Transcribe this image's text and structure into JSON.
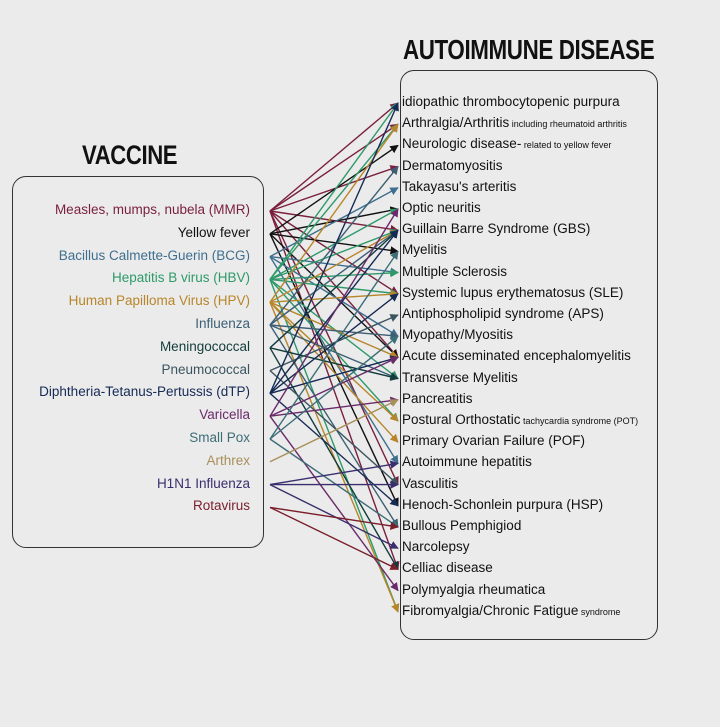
{
  "vaccine_title": "VACCINE",
  "disease_title": "AUTOIMMUNE DISEASE",
  "colors": {
    "mmr": "#7a1f3d",
    "yellow_fever": "#111111",
    "bcg": "#3f6f8f",
    "hbv": "#2e9a6a",
    "hpv": "#b8862a",
    "influenza": "#3d5f74",
    "meningococcal": "#123c3c",
    "pneumococcal": "#3b5560",
    "dtp": "#152a55",
    "varicella": "#6a2a6a",
    "small_pox": "#3c6e78",
    "arthrex": "#a98f5a",
    "h1n1": "#3a2e6e",
    "rotavirus": "#7a1e2a"
  },
  "vaccines": [
    {
      "label": "Measles, mumps, nubela (MMR)",
      "color": "#7a1f3d"
    },
    {
      "label": "Yellow fever",
      "color": "#111111"
    },
    {
      "label": "Bacillus Calmette-Guerin (BCG)",
      "color": "#3f6f8f"
    },
    {
      "label": "Hepatitis B virus (HBV)",
      "color": "#2e9a6a"
    },
    {
      "label": "Human Papilloma Virus (HPV)",
      "color": "#b8862a"
    },
    {
      "label": "Influenza",
      "color": "#3d5f74"
    },
    {
      "label": "Meningococcal",
      "color": "#123c3c"
    },
    {
      "label": "Pneumococcal",
      "color": "#3b5560"
    },
    {
      "label": "Diphtheria-Tetanus-Pertussis (dTP)",
      "color": "#152a55"
    },
    {
      "label": "Varicella",
      "color": "#6a2a6a"
    },
    {
      "label": "Small Pox",
      "color": "#3c6e78"
    },
    {
      "label": "Arthrex",
      "color": "#a98f5a"
    },
    {
      "label": "H1N1 Influenza",
      "color": "#3a2e6e"
    },
    {
      "label": "Rotavirus",
      "color": "#7a1e2a"
    }
  ],
  "diseases": [
    {
      "label": "idiopathic thrombocytopenic purpura",
      "note": ""
    },
    {
      "label": "Arthralgia/Arthritis",
      "note": "including rheumatoid arthritis"
    },
    {
      "label": "Neurologic disease-",
      "note": "related to yellow fever"
    },
    {
      "label": "Dermatomyositis",
      "note": ""
    },
    {
      "label": "Takayasu's arteritis",
      "note": ""
    },
    {
      "label": "Optic neuritis",
      "note": ""
    },
    {
      "label": "Guillain Barre Syndrome (GBS)",
      "note": ""
    },
    {
      "label": "Myelitis",
      "note": ""
    },
    {
      "label": "Multiple Sclerosis",
      "note": ""
    },
    {
      "label": "Systemic lupus erythematosus (SLE)",
      "note": ""
    },
    {
      "label": "Antiphospholipid syndrome (APS)",
      "note": ""
    },
    {
      "label": "Myopathy/Myositis",
      "note": ""
    },
    {
      "label": "Acute disseminated encephalomyelitis",
      "note": ""
    },
    {
      "label": "Transverse Myelitis",
      "note": ""
    },
    {
      "label": "Pancreatitis",
      "note": ""
    },
    {
      "label": "Postural Orthostatic",
      "note": "tachycardia syndrome (POT)"
    },
    {
      "label": "Primary Ovarian Failure (POF)",
      "note": ""
    },
    {
      "label": "Autoimmune hepatitis",
      "note": ""
    },
    {
      "label": "Vasculitis",
      "note": ""
    },
    {
      "label": "Henoch-Schonlein purpura (HSP)",
      "note": ""
    },
    {
      "label": "Bullous Pemphigiod",
      "note": ""
    },
    {
      "label": "Narcolepsy",
      "note": ""
    },
    {
      "label": "Celliac disease",
      "note": ""
    },
    {
      "label": "Polymyalgia rheumatica",
      "note": ""
    },
    {
      "label": "Fibromyalgia/Chronic Fatigue",
      "note": "syndrome"
    }
  ],
  "links": [
    [
      0,
      0
    ],
    [
      0,
      1
    ],
    [
      0,
      3
    ],
    [
      0,
      6
    ],
    [
      0,
      9
    ],
    [
      0,
      12
    ],
    [
      0,
      18
    ],
    [
      0,
      22
    ],
    [
      1,
      2
    ],
    [
      1,
      5
    ],
    [
      1,
      7
    ],
    [
      1,
      12
    ],
    [
      1,
      19
    ],
    [
      2,
      4
    ],
    [
      2,
      8
    ],
    [
      2,
      11
    ],
    [
      2,
      17
    ],
    [
      3,
      0
    ],
    [
      3,
      1
    ],
    [
      3,
      5
    ],
    [
      3,
      6
    ],
    [
      3,
      8
    ],
    [
      3,
      9
    ],
    [
      3,
      13
    ],
    [
      3,
      15
    ],
    [
      3,
      24
    ],
    [
      4,
      1
    ],
    [
      4,
      6
    ],
    [
      4,
      9
    ],
    [
      4,
      12
    ],
    [
      4,
      15
    ],
    [
      4,
      16
    ],
    [
      4,
      24
    ],
    [
      5,
      3
    ],
    [
      5,
      6
    ],
    [
      5,
      11
    ],
    [
      5,
      13
    ],
    [
      5,
      20
    ],
    [
      6,
      6
    ],
    [
      6,
      13
    ],
    [
      6,
      22
    ],
    [
      7,
      10
    ],
    [
      7,
      18
    ],
    [
      8,
      0
    ],
    [
      8,
      6
    ],
    [
      8,
      9
    ],
    [
      8,
      12
    ],
    [
      8,
      19
    ],
    [
      9,
      5
    ],
    [
      9,
      12
    ],
    [
      9,
      14
    ],
    [
      9,
      23
    ],
    [
      10,
      7
    ],
    [
      10,
      11
    ],
    [
      10,
      20
    ],
    [
      11,
      14
    ],
    [
      12,
      17
    ],
    [
      12,
      18
    ],
    [
      12,
      21
    ],
    [
      13,
      20
    ],
    [
      13,
      22
    ]
  ]
}
